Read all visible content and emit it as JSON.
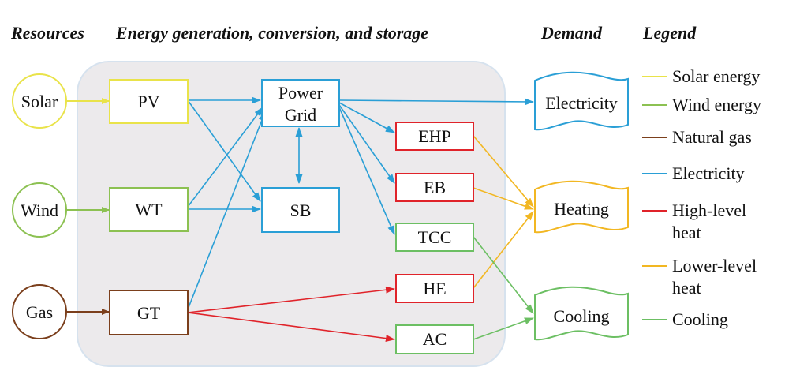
{
  "headers": {
    "resources": "Resources",
    "conversion": "Energy generation, conversion, and storage",
    "demand": "Demand",
    "legend": "Legend"
  },
  "resources": {
    "solar": "Solar",
    "wind": "Wind",
    "gas": "Gas"
  },
  "units": {
    "pv": "PV",
    "wt": "WT",
    "gt": "GT",
    "grid_line1": "Power",
    "grid_line2": "Grid",
    "sb": "SB",
    "ehp": "EHP",
    "eb": "EB",
    "tcc": "TCC",
    "he": "HE",
    "ac": "AC"
  },
  "demand": {
    "electricity": "Electricity",
    "heating": "Heating",
    "cooling": "Cooling"
  },
  "legend": {
    "solar": "Solar energy",
    "wind": "Wind energy",
    "gas": "Natural gas",
    "electricity": "Electricity",
    "high_heat_1": "High-level",
    "high_heat_2": "heat",
    "low_heat_1": "Lower-level",
    "low_heat_2": "heat",
    "cooling": "Cooling"
  },
  "colors": {
    "solar": "#e9e34a",
    "wind": "#8cc152",
    "gas": "#7b3f1c",
    "electricity": "#2a9fd6",
    "high_heat": "#e0232a",
    "low_heat": "#f2b722",
    "cooling": "#6cbf63",
    "panel": "#eceaec"
  }
}
